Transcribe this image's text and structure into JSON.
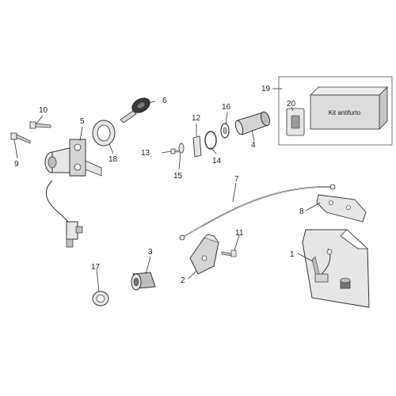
{
  "diagram": {
    "kit_label": "Kit antifurto",
    "callouts": [
      "1",
      "2",
      "3",
      "4",
      "5",
      "6",
      "7",
      "8",
      "9",
      "10",
      "11",
      "12",
      "13",
      "14",
      "15",
      "16",
      "17",
      "18",
      "19",
      "20"
    ]
  },
  "colors": {
    "line": "#333333",
    "part_fill": "#e6e6e6",
    "part_dark": "#bdbdbd",
    "kit_box_fill": "#dcdcdc",
    "background": "#ffffff"
  }
}
